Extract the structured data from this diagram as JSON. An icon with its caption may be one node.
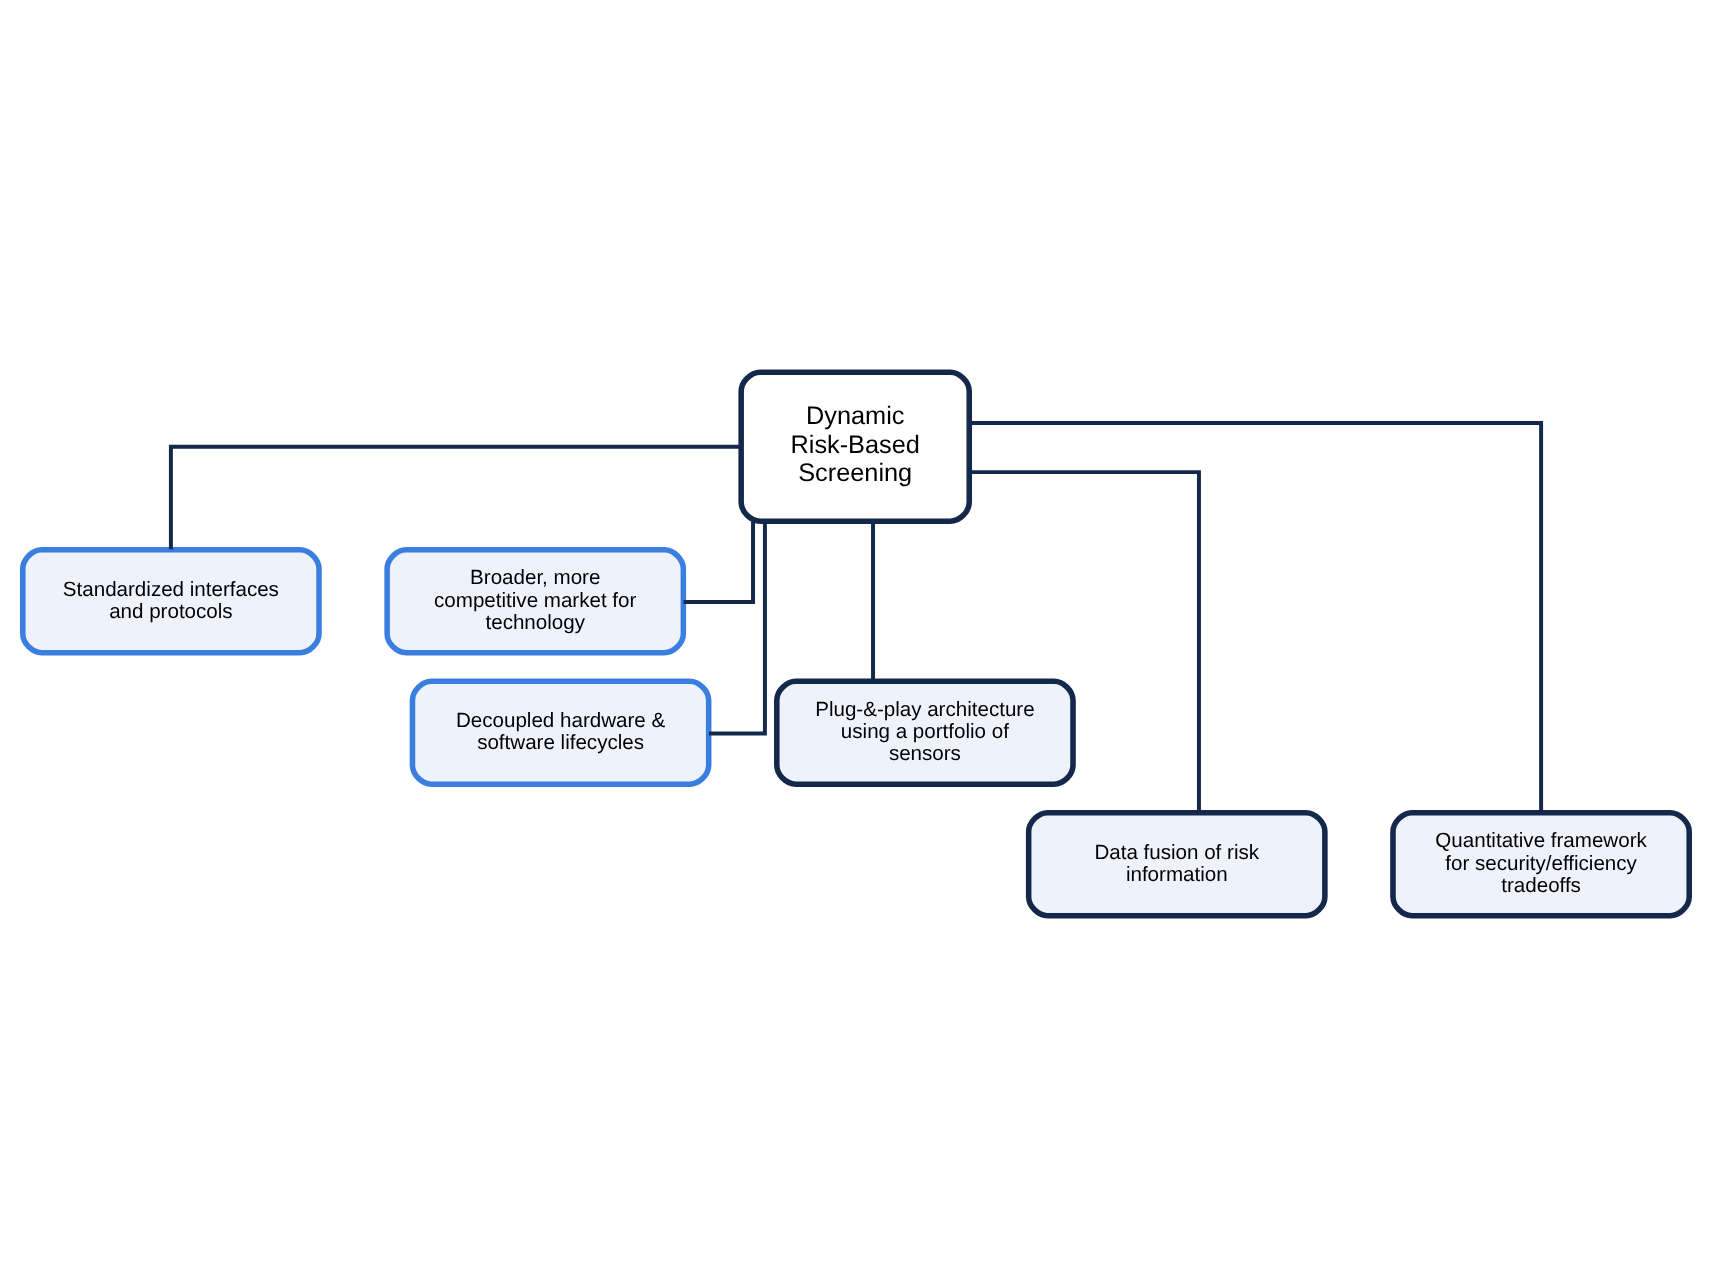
{
  "diagram": {
    "nodes": [
      {
        "text": [
          "Dynamic Risk-Based Screening"
        ]
      },
      {
        "text": [
          "Standardized interfaces and protocols"
        ]
      },
      {
        "text": [
          "Broader, more competitive market for technology"
        ]
      },
      {
        "text": [
          "Decoupled hardware & software lifecycles"
        ]
      },
      {
        "text": [
          "Plug-&-play architecture using a portfolio of sensors"
        ]
      },
      {
        "text": [
          "Data fusion of risk information"
        ]
      },
      {
        "text": [
          "Quantitative framework for security/efficiency tradeoffs"
        ]
      }
    ],
    "edges": [
      {
        "from": 0,
        "to": 1,
        "arrow": "none"
      },
      {
        "from": 0,
        "to": 2,
        "arrow": "none"
      },
      {
        "from": 0,
        "to": 3,
        "arrow": "none"
      },
      {
        "from": 0,
        "to": 4,
        "arrow": "none"
      },
      {
        "from": 0,
        "to": 5,
        "arrow": "none"
      },
      {
        "from": 0,
        "to": 6,
        "arrow": "none"
      }
    ]
  }
}
